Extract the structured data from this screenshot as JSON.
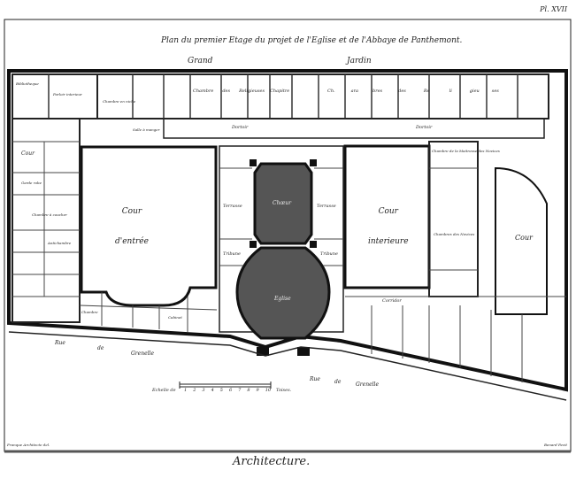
{
  "plate_number": "Pl. XVII",
  "title": "Plan du premier Etage du projet de l'Eglise et de l'Abbaye de Panthemont.",
  "garden_label": [
    "Grand",
    "Jardin"
  ],
  "street_labels": {
    "left": [
      "Rue",
      "de",
      "Grenelle"
    ],
    "right": [
      "Rue",
      "de",
      "Grenelle"
    ]
  },
  "scale": {
    "label": "Echelle de",
    "ticks": [
      "1",
      "2",
      "3",
      "4",
      "5",
      "6",
      "7",
      "8",
      "9",
      "10"
    ],
    "unit": "Toises."
  },
  "credits": {
    "left": "Franque Architecte del.",
    "right": "Benard Fecit"
  },
  "footer": "Architecture.",
  "rooms": {
    "cour_entree": [
      "Cour",
      "d'entrée"
    ],
    "cour_interieure": [
      "Cour",
      "interieure"
    ],
    "choeur": "Chœur",
    "eglise": "Eglise",
    "terrasse_left": "Terrasse",
    "terrasse_right": "Terrasse",
    "tribune": "Tribune",
    "dortoir": "Dortoir",
    "corridor": "Corridor",
    "cour_left": "Cour",
    "cour_right": "Cour",
    "bibliotheque": "Bibliotheque",
    "parloir_interieur": "Parloir interieur",
    "chambre_en_niche": "Chambre en niche",
    "salle_a_manger": "Salle à manger",
    "garde_robe": "Garde robe",
    "cabinet": "Cabinet",
    "chambre": "Chambre",
    "antichambre": "Antichambre",
    "chambre_a_coucher": "Chambre à coucher",
    "chambres_des_novices": "Chambres des Novices",
    "chambres_maitresse": "Chambre de la Maitresse des Novices",
    "cellules": [
      "Ch.",
      "ara",
      "bres",
      "des",
      "Re",
      "li",
      "gieu",
      "ses"
    ],
    "cellules_left": [
      "Chambre",
      "des",
      "Religieuses",
      "Chapitre"
    ]
  }
}
